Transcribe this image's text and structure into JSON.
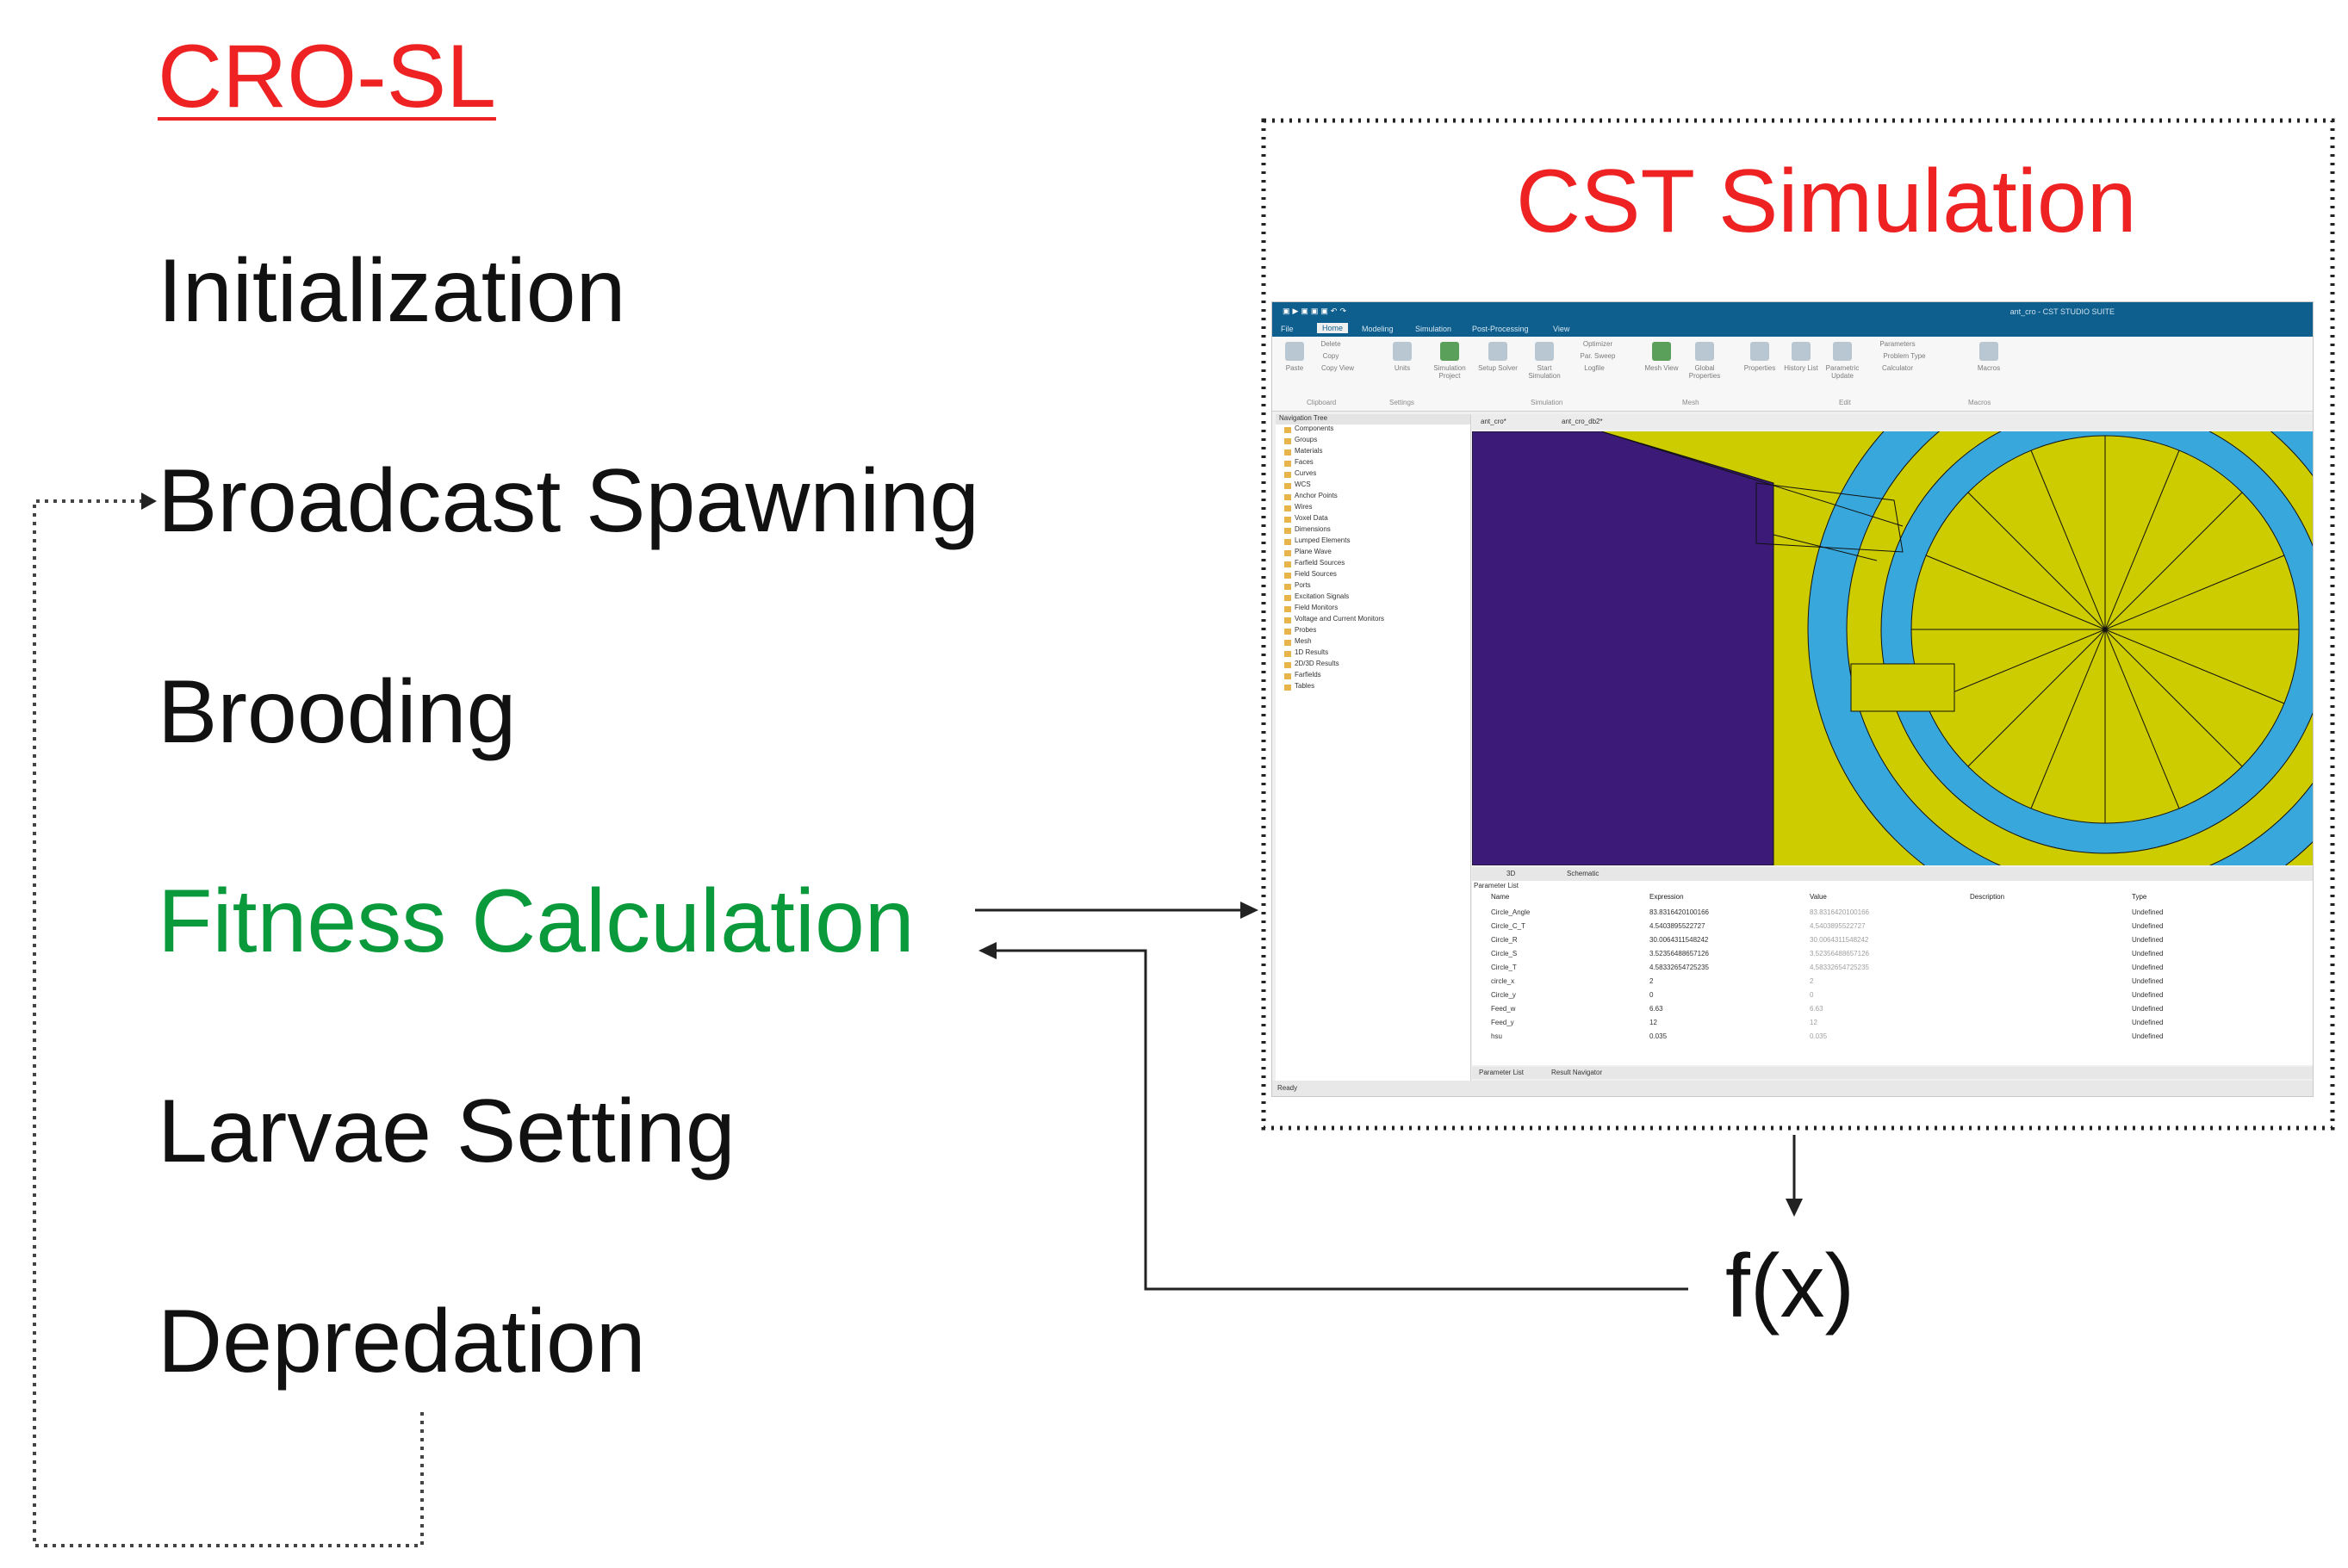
{
  "heading": "CRO-SL",
  "steps": [
    "Initialization",
    "Broadcast Spawning",
    "Brooding",
    "Fitness Calculation",
    "Larvae Setting",
    "Depredation"
  ],
  "fitness_output": "f(x)",
  "simulation_box": {
    "title": "CST Simulation",
    "screenshot": {
      "window_title": "ant_cro - CST STUDIO SUITE",
      "menu": [
        "File",
        "Home",
        "Modeling",
        "Simulation",
        "Post-Processing",
        "View"
      ],
      "active_menu": "Home",
      "ribbon_buttons": [
        "Paste",
        "Delete",
        "Copy",
        "Copy View",
        "Units",
        "Simulation Project",
        "Setup Solver",
        "Start Simulation",
        "Optimizer",
        "Par. Sweep",
        "Logfile",
        "Mesh View",
        "Global Properties",
        "Properties",
        "History List",
        "Parametric Update",
        "Parameters",
        "Problem Type",
        "Calculator",
        "Macros"
      ],
      "ribbon_groups": [
        "Clipboard",
        "Settings",
        "Simulation",
        "Mesh",
        "Edit",
        "Macros"
      ],
      "navigation_tree_title": "Navigation Tree",
      "navigation_tree": [
        "Components",
        "Groups",
        "Materials",
        "Faces",
        "Curves",
        "WCS",
        "Anchor Points",
        "Wires",
        "Voxel Data",
        "Dimensions",
        "Lumped Elements",
        "Plane Wave",
        "Farfield Sources",
        "Field Sources",
        "Ports",
        "Excitation Signals",
        "Field Monitors",
        "Voltage and Current Monitors",
        "Probes",
        "Mesh",
        "1D Results",
        "2D/3D Results",
        "Farfields",
        "Tables"
      ],
      "doc_tabs": [
        "ant_cro*",
        "ant_cro_db2*"
      ],
      "view_tabs": [
        "3D",
        "Schematic"
      ],
      "parameter_list": {
        "label": "Parameter List",
        "columns": [
          "Name",
          "Expression",
          "Value",
          "Description",
          "Type"
        ],
        "rows": [
          {
            "name": "Circle_Angle",
            "expression": "83.8316420100166",
            "value": "83.8316420100166",
            "type": "Undefined"
          },
          {
            "name": "Circle_C_T",
            "expression": "4.5403895522727",
            "value": "4.5403895522727",
            "type": "Undefined"
          },
          {
            "name": "Circle_R",
            "expression": "30.0064311548242",
            "value": "30.0064311548242",
            "type": "Undefined"
          },
          {
            "name": "Circle_S",
            "expression": "3.52356488657126",
            "value": "3.52356488657126",
            "type": "Undefined"
          },
          {
            "name": "Circle_T",
            "expression": "4.58332654725235",
            "value": "4.58332654725235",
            "type": "Undefined"
          },
          {
            "name": "circle_x",
            "expression": "2",
            "value": "2",
            "type": "Undefined"
          },
          {
            "name": "Circle_y",
            "expression": "0",
            "value": "0",
            "type": "Undefined"
          },
          {
            "name": "Feed_w",
            "expression": "6.63",
            "value": "6.63",
            "type": "Undefined"
          },
          {
            "name": "Feed_y",
            "expression": "12",
            "value": "12",
            "type": "Undefined"
          },
          {
            "name": "hsu",
            "expression": "0.035",
            "value": "0.035",
            "type": "Undefined"
          }
        ]
      },
      "bottom_tabs": [
        "Parameter List",
        "Result Navigator"
      ],
      "status": "Ready"
    }
  },
  "colors": {
    "heading": "#ee2222",
    "simulation_title": "#ee2222",
    "highlighted_step": "#0a9a3c",
    "step_text": "#111111",
    "model_yellow": "#cccc00",
    "model_blue": "#38a8dc",
    "model_purple": "#3c1a78"
  }
}
